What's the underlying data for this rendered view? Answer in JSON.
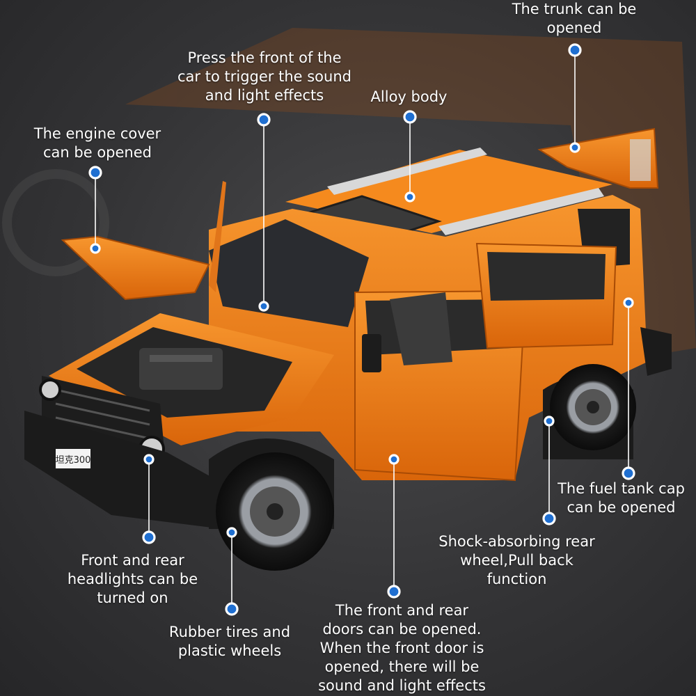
{
  "colors": {
    "body": "#f07a12",
    "body_dark": "#c85a08",
    "line": "#ffffff",
    "dot_fill": "#1f6fd1"
  },
  "vehicle": {
    "plate": "坦克300"
  },
  "annotations": [
    {
      "id": "trunk",
      "text": "The trunk can be\nopened"
    },
    {
      "id": "sound-light",
      "text": "Press the front of the\ncar to trigger the sound\nand light effects"
    },
    {
      "id": "alloy",
      "text": "Alloy body"
    },
    {
      "id": "engine",
      "text": "The engine cover\ncan be opened"
    },
    {
      "id": "fuel",
      "text": "The fuel tank cap\ncan be opened"
    },
    {
      "id": "shock",
      "text": "Shock-absorbing rear\nwheel,Pull back\nfunction"
    },
    {
      "id": "headlights",
      "text": "Front and rear\nheadlights can be\nturned on"
    },
    {
      "id": "tires",
      "text": "Rubber tires and\nplastic wheels"
    },
    {
      "id": "doors",
      "text": "The front and rear\ndoors can be opened.\nWhen the front door is\nopened, there will be\nsound and light effects"
    }
  ]
}
